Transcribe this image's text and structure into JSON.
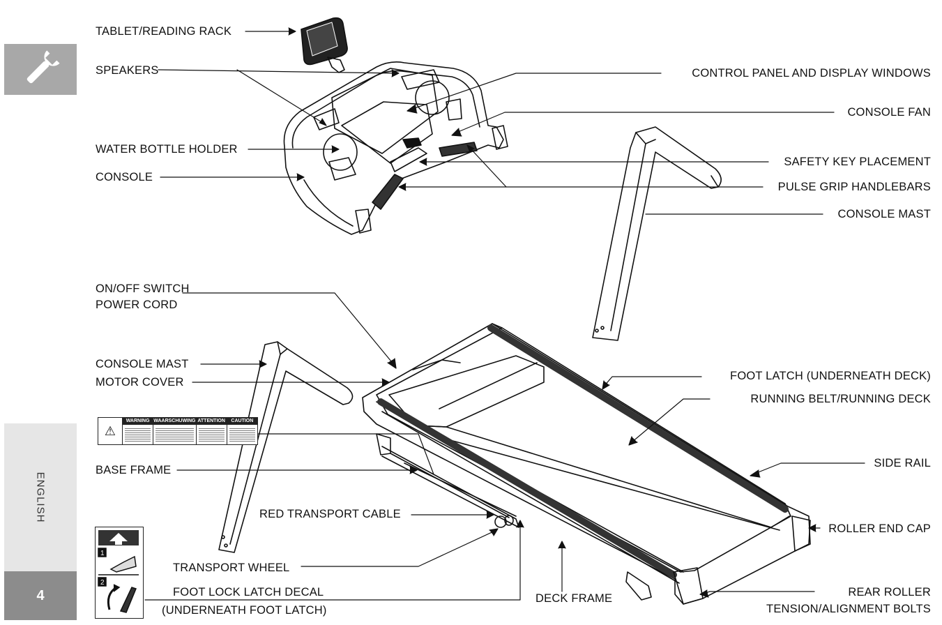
{
  "sidebar": {
    "tool_icon": "wrench-icon",
    "language": "ENGLISH",
    "page_number": "4"
  },
  "labels": {
    "tablet_rack": "TABLET/READING RACK",
    "speakers": "SPEAKERS",
    "water_bottle": "WATER BOTTLE HOLDER",
    "console": "CONSOLE",
    "control_panel": "CONTROL PANEL AND DISPLAY WINDOWS",
    "console_fan": "CONSOLE FAN",
    "safety_key": "SAFETY KEY PLACEMENT",
    "pulse_grip": "PULSE GRIP HANDLEBARS",
    "console_mast_right": "CONSOLE MAST",
    "onoff_line1": "ON/OFF SWITCH",
    "onoff_line2": "POWER CORD",
    "console_mast_left": "CONSOLE MAST",
    "motor_cover": "MOTOR COVER",
    "base_frame": "BASE FRAME",
    "red_cable": "RED TRANSPORT CABLE",
    "transport_wheel": "TRANSPORT WHEEL",
    "decal_line1": "FOOT LOCK LATCH DECAL",
    "decal_line2": "(UNDERNEATH FOOT LATCH)",
    "foot_latch": "FOOT LATCH (UNDERNEATH DECK)",
    "running_belt": "RUNNING BELT/RUNNING DECK",
    "side_rail": "SIDE RAIL",
    "roller_cap": "ROLLER END CAP",
    "deck_frame": "DECK FRAME",
    "rear_roller_line1": "REAR ROLLER",
    "rear_roller_line2": "TENSION/ALIGNMENT BOLTS"
  },
  "warning_label": {
    "headers": [
      "WARNING",
      "WAARSCHUWING",
      "ATTENTION",
      "CAUTION"
    ]
  },
  "decal": {
    "steps": [
      "1",
      "2"
    ]
  }
}
